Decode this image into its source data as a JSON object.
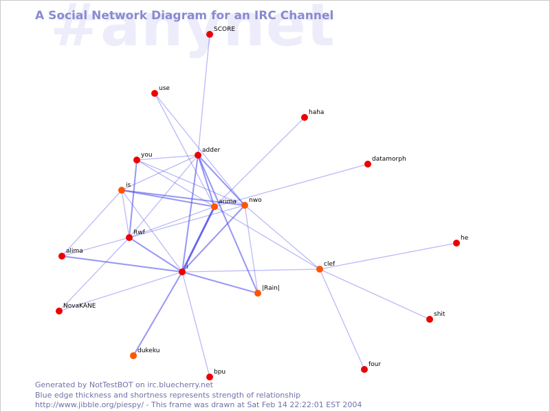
{
  "header": {
    "title": "A Social Network Diagram for an IRC Channel",
    "watermark": "#anynet"
  },
  "footer": {
    "line1": "Generated by NotTestBOT on irc.bluecherry.net",
    "line2": "Blue edge thickness and shortness represents strength of relationship",
    "line3": "http://www.jibble.org/piespy/ - This frame was drawn at Sat Feb 14 22:22:01 EST 2004"
  },
  "colors": {
    "edge": "#5555ee",
    "node_red": "#ee0000",
    "node_orange": "#ff5500"
  },
  "nodes": [
    {
      "id": "SCORE",
      "color": "node_red"
    },
    {
      "id": "use",
      "color": "node_red"
    },
    {
      "id": "haha",
      "color": "node_red"
    },
    {
      "id": "adder",
      "color": "node_red"
    },
    {
      "id": "you",
      "color": "node_red"
    },
    {
      "id": "datamorph",
      "color": "node_red"
    },
    {
      "id": "is",
      "color": "node_orange"
    },
    {
      "id": "arima",
      "color": "node_orange"
    },
    {
      "id": "nwo",
      "color": "node_orange"
    },
    {
      "id": "Rwf",
      "color": "node_red"
    },
    {
      "id": "he",
      "color": "node_red"
    },
    {
      "id": "alima",
      "color": "node_red"
    },
    {
      "id": "i",
      "color": "node_red"
    },
    {
      "id": "clef",
      "color": "node_orange"
    },
    {
      "id": "|Rain|",
      "color": "node_orange"
    },
    {
      "id": "NovaKANE",
      "color": "node_red"
    },
    {
      "id": "shit",
      "color": "node_red"
    },
    {
      "id": "dukeku",
      "color": "node_orange"
    },
    {
      "id": "four",
      "color": "node_red"
    },
    {
      "id": "bpu",
      "color": "node_red"
    }
  ],
  "edges": [
    {
      "from": "SCORE",
      "to": "adder",
      "strength": 1
    },
    {
      "from": "use",
      "to": "arima",
      "strength": 1
    },
    {
      "from": "use",
      "to": "nwo",
      "strength": 1
    },
    {
      "from": "haha",
      "to": "arima",
      "strength": 1
    },
    {
      "from": "datamorph",
      "to": "arima",
      "strength": 1
    },
    {
      "from": "adder",
      "to": "you",
      "strength": 1
    },
    {
      "from": "adder",
      "to": "is",
      "strength": 1
    },
    {
      "from": "adder",
      "to": "arima",
      "strength": 2
    },
    {
      "from": "adder",
      "to": "nwo",
      "strength": 2
    },
    {
      "from": "adder",
      "to": "Rwf",
      "strength": 1
    },
    {
      "from": "adder",
      "to": "i",
      "strength": 2
    },
    {
      "from": "adder",
      "to": "|Rain|",
      "strength": 2
    },
    {
      "from": "you",
      "to": "arima",
      "strength": 1
    },
    {
      "from": "you",
      "to": "Rwf",
      "strength": 2
    },
    {
      "from": "you",
      "to": "nwo",
      "strength": 1
    },
    {
      "from": "is",
      "to": "arima",
      "strength": 2
    },
    {
      "from": "is",
      "to": "nwo",
      "strength": 2
    },
    {
      "from": "is",
      "to": "Rwf",
      "strength": 1
    },
    {
      "from": "is",
      "to": "alima",
      "strength": 1
    },
    {
      "from": "is",
      "to": "i",
      "strength": 1
    },
    {
      "from": "arima",
      "to": "Rwf",
      "strength": 1
    },
    {
      "from": "arima",
      "to": "i",
      "strength": 3
    },
    {
      "from": "arima",
      "to": "clef",
      "strength": 1
    },
    {
      "from": "nwo",
      "to": "Rwf",
      "strength": 1
    },
    {
      "from": "nwo",
      "to": "i",
      "strength": 2
    },
    {
      "from": "nwo",
      "to": "clef",
      "strength": 1
    },
    {
      "from": "nwo",
      "to": "|Rain|",
      "strength": 1
    },
    {
      "from": "Rwf",
      "to": "alima",
      "strength": 1
    },
    {
      "from": "Rwf",
      "to": "i",
      "strength": 2
    },
    {
      "from": "Rwf",
      "to": "NovaKANE",
      "strength": 1
    },
    {
      "from": "alima",
      "to": "i",
      "strength": 2
    },
    {
      "from": "i",
      "to": "clef",
      "strength": 1
    },
    {
      "from": "i",
      "to": "|Rain|",
      "strength": 2
    },
    {
      "from": "i",
      "to": "NovaKANE",
      "strength": 1
    },
    {
      "from": "i",
      "to": "dukeku",
      "strength": 2
    },
    {
      "from": "i",
      "to": "bpu",
      "strength": 1
    },
    {
      "from": "clef",
      "to": "he",
      "strength": 1
    },
    {
      "from": "clef",
      "to": "shit",
      "strength": 1
    },
    {
      "from": "clef",
      "to": "four",
      "strength": 1
    }
  ]
}
